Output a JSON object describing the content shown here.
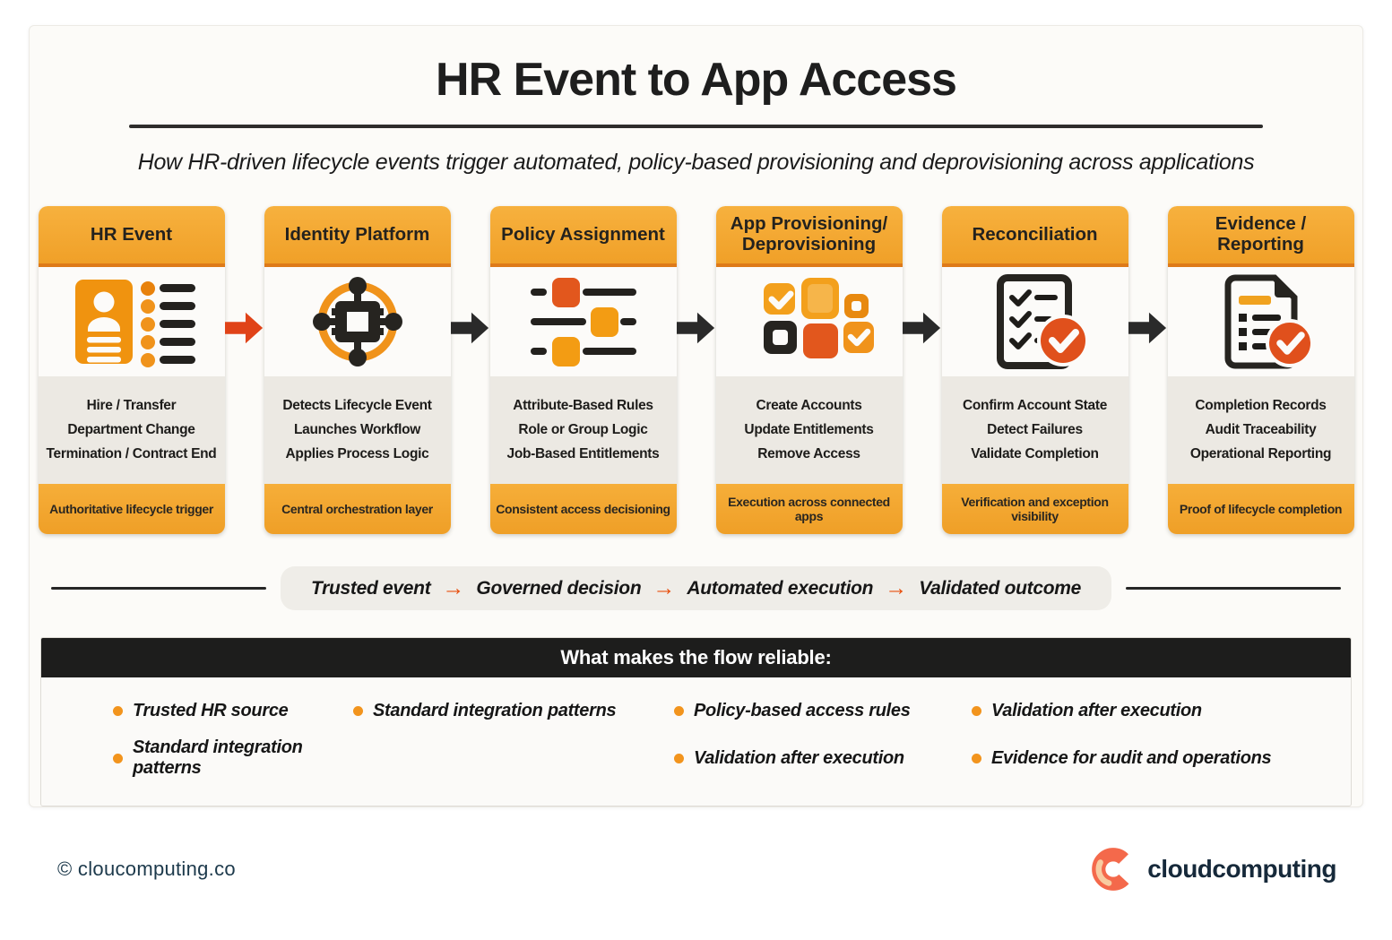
{
  "title": "HR Event to App Access",
  "subtitle": "How HR-driven lifecycle events trigger automated, policy-based provisioning and deprovisioning across applications",
  "cards": [
    {
      "title": "HR Event",
      "icon": "id-card-icon",
      "lines": [
        "Hire / Transfer",
        "Department Change",
        "Termination / Contract End"
      ],
      "footer": "Authoritative lifecycle trigger"
    },
    {
      "title": "Identity Platform",
      "icon": "network-hub-icon",
      "lines": [
        "Detects Lifecycle Event",
        "Launches Workflow",
        "Applies Process Logic"
      ],
      "footer": "Central orchestration layer"
    },
    {
      "title": "Policy Assignment",
      "icon": "sliders-icon",
      "lines": [
        "Attribute-Based Rules",
        "Role or Group Logic",
        "Job-Based Entitlements"
      ],
      "footer": "Consistent access decisioning"
    },
    {
      "title": "App Provisioning/ Deprovisioning",
      "icon": "app-tiles-icon",
      "lines": [
        "Create Accounts",
        "Update Entitlements",
        "Remove Access"
      ],
      "footer": "Execution across connected apps"
    },
    {
      "title": "Reconciliation",
      "icon": "checklist-check-icon",
      "lines": [
        "Confirm Account State",
        "Detect Failures",
        "Validate Completion"
      ],
      "footer": "Verification and exception visibility"
    },
    {
      "title": "Evidence / Reporting",
      "icon": "report-check-icon",
      "lines": [
        "Completion Records",
        "Audit Traceability",
        "Operational Reporting"
      ],
      "footer": "Proof of lifecycle completion"
    }
  ],
  "connectors": [
    "#E04318",
    "#2A2A2A",
    "#2A2A2A",
    "#2A2A2A",
    "#2A2A2A"
  ],
  "flow": {
    "arrow_glyph": "→",
    "steps": [
      "Trusted event",
      "Governed decision",
      "Automated execution",
      "Validated outcome"
    ]
  },
  "reliability": {
    "heading": "What makes the flow reliable:",
    "row1": [
      "Trusted HR source",
      "Standard integration patterns",
      "Policy-based access rules",
      "Validation after execution"
    ],
    "row2": [
      "Standard integration patterns",
      "Validation after execution",
      "Evidence for audit and operations"
    ]
  },
  "footer": {
    "copyright": "© cloucomputing.co",
    "brand": "cloudcomputing"
  },
  "colors": {
    "card_orange": "#F2A42F",
    "header_accent": "#DE7A19",
    "red_arrow": "#E04318",
    "black_arrow": "#2A2A2A",
    "badge_orange": "#E0501C",
    "bullet_dot": "#F2941D",
    "bar_black": "#1D1D1C",
    "brand_navy": "#16293A",
    "brand_coral": "#F4694B"
  }
}
